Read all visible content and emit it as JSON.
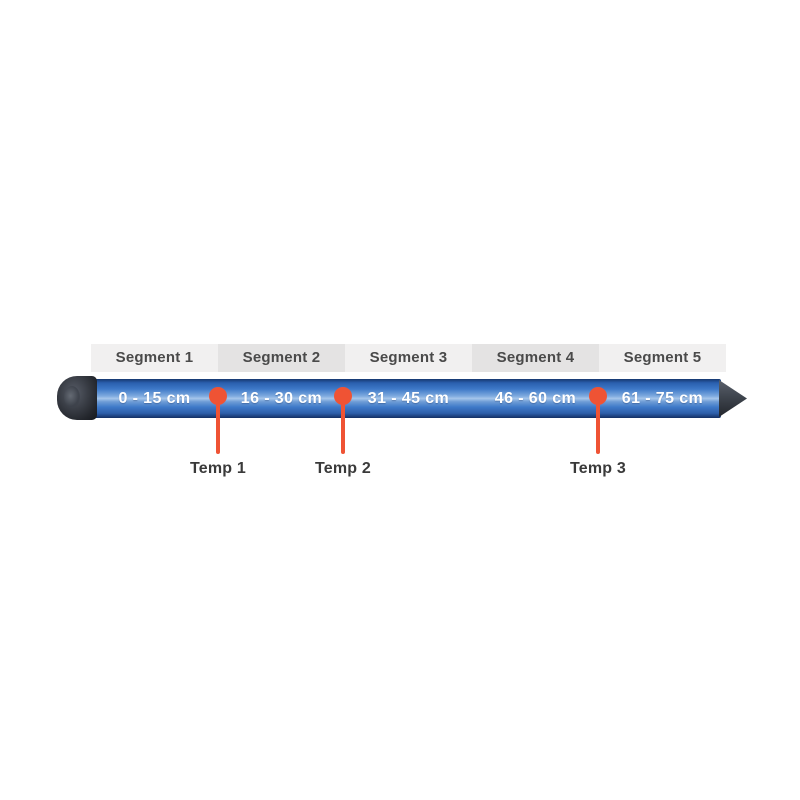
{
  "diagram": {
    "segments": [
      {
        "label": "Segment 1",
        "range": "0 - 15 cm"
      },
      {
        "label": "Segment 2",
        "range": "16 - 30 cm"
      },
      {
        "label": "Segment 3",
        "range": "31 - 45 cm"
      },
      {
        "label": "Segment 4",
        "range": "46 - 60 cm"
      },
      {
        "label": "Segment 5",
        "range": "61 - 75 cm"
      }
    ],
    "sensors": [
      {
        "label": "Temp 1"
      },
      {
        "label": "Temp 2"
      },
      {
        "label": "Temp 3"
      }
    ],
    "colors": {
      "segment_cell_light": "#f1f0f0",
      "segment_cell_dark": "#e4e3e3",
      "segment_text": "#4a4a4a",
      "rod_blue": "#3e79c8",
      "rod_text": "#ffffff",
      "marker_accent": "#ef5334",
      "sensor_text": "#3a3a3a",
      "cap_tip_dark": "#2b2f36"
    }
  }
}
